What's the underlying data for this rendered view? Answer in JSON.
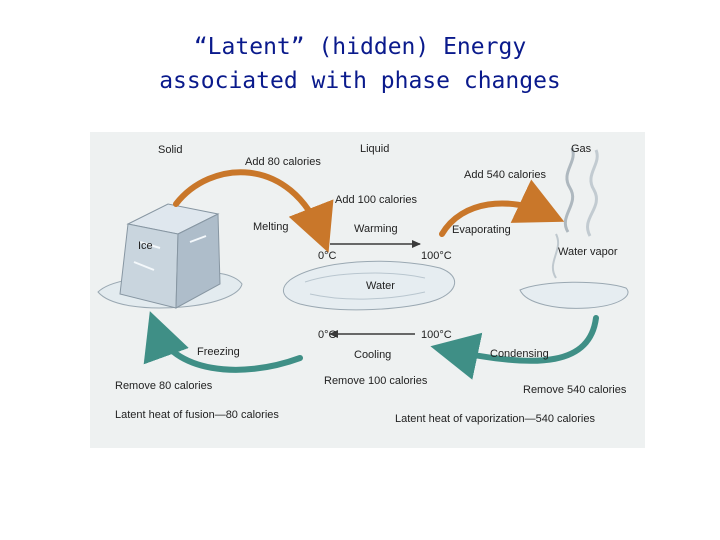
{
  "title": {
    "line1": "“Latent” (hidden) Energy",
    "line2": "associated with phase changes"
  },
  "diagram": {
    "phases": {
      "solid": "Solid",
      "liquid": "Liquid",
      "gas": "Gas"
    },
    "objects": {
      "ice": "Ice",
      "water": "Water",
      "vapor": "Water vapor"
    },
    "top_flow": {
      "melt_energy": "Add 80 calories",
      "melting": "Melting",
      "warm_energy": "Add 100 calories",
      "warming": "Warming",
      "temp_low": "0°C",
      "temp_high": "100°C",
      "evap_energy": "Add 540 calories",
      "evaporating": "Evaporating"
    },
    "bottom_flow": {
      "temp_low": "0°C",
      "temp_high": "100°C",
      "freezing": "Freezing",
      "freeze_energy": "Remove 80 calories",
      "cooling": "Cooling",
      "cool_energy": "Remove 100 calories",
      "condensing": "Condensing",
      "condense_energy": "Remove 540 calories"
    },
    "footnotes": {
      "fusion": "Latent heat of fusion—80 calories",
      "vaporization": "Latent heat of vaporization—540 calories"
    },
    "colors": {
      "panel": "#eef1f1",
      "warm_arrow": "#c9772a",
      "cool_arrow": "#3f8f86",
      "thin_arrow": "#3a3a3a",
      "ice": "#c9d5de"
    }
  }
}
